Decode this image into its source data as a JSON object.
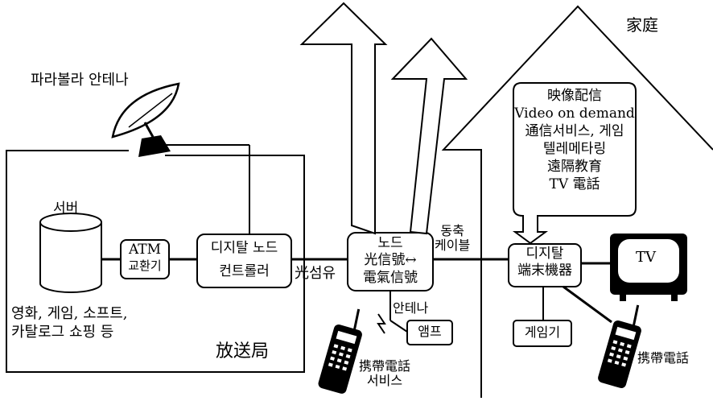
{
  "labels": {
    "parabola": "파라볼라 안테나",
    "household": "家庭",
    "server": "서버",
    "atm_line1": "ATM",
    "atm_line2": "교환기",
    "controller_line1": "디지탈 노드",
    "controller_line2": "컨트롤러",
    "optical_fiber": "光섬유",
    "node_line1": "노드",
    "node_line2": "光信號↔",
    "node_line3": "電氣信號",
    "coax_line1": "동축",
    "coax_line2": "케이블",
    "terminal_line1": "디지탈",
    "terminal_line2": "端末機器",
    "tv": "TV",
    "services": [
      "映像配信",
      "Video on demand",
      "通信서비스, 게임",
      "텔레메타링",
      "遠隔教育",
      "TV 電話"
    ],
    "content_line1": "영화, 게임, 소프트,",
    "content_line2": "카탈로그 쇼핑 등",
    "broadcaster": "放送局",
    "antenna": "안테나",
    "amp": "앰프",
    "mobile_service_line1": "携帶電話",
    "mobile_service_line2": "서비스",
    "game_console": "게임기",
    "mobile_phone": "携帶電話"
  }
}
